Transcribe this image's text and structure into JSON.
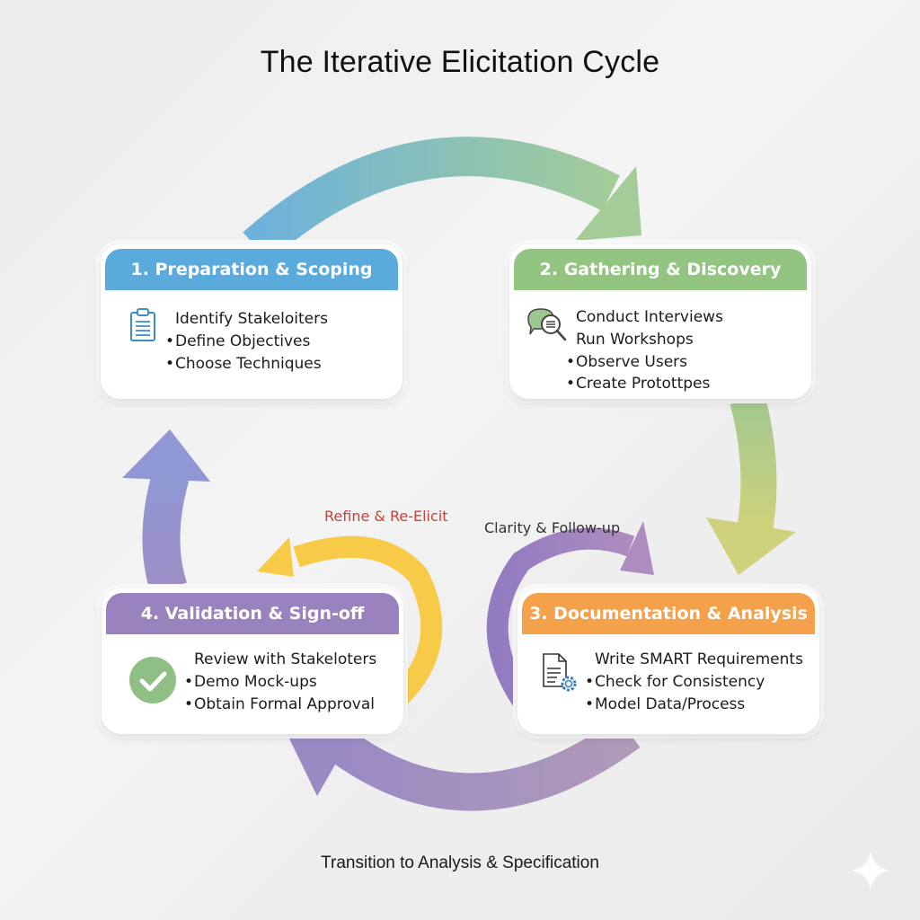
{
  "title": "The Iterative Elicitation Cycle",
  "colors": {
    "stage1": "#5aaadb",
    "stage2": "#93c482",
    "stage3": "#f3a24b",
    "stage4": "#9a82bf",
    "refine_arrow": "#f7cb48",
    "followup_arrow": "#9a80c0",
    "refine_text": "#c8413b"
  },
  "stages": [
    {
      "title": "1. Preparation & Scoping",
      "icon": "clipboard-icon",
      "items": [
        {
          "text": "Identify Stakeloiters",
          "bullet": false
        },
        {
          "text": "Define Objectives",
          "bullet": true
        },
        {
          "text": "Choose Techniques",
          "bullet": true
        }
      ]
    },
    {
      "title": "2. Gathering & Discovery",
      "icon": "chat-search-icon",
      "items": [
        {
          "text": "Conduct Interviews",
          "bullet": false
        },
        {
          "text": "Run Workshops",
          "bullet": false
        },
        {
          "text": "Observe Users",
          "bullet": true
        },
        {
          "text": "Create Protottpes",
          "bullet": true
        }
      ]
    },
    {
      "title": "3. Documentation & Analysis",
      "icon": "document-gear-icon",
      "items": [
        {
          "text": "Write SMART Requirements",
          "bullet": false
        },
        {
          "text": "Check for Consistency",
          "bullet": true
        },
        {
          "text": "Model Data/Process",
          "bullet": true
        }
      ]
    },
    {
      "title": "4. Validation & Sign-off",
      "icon": "checkmark-circle-icon",
      "items": [
        {
          "text": "Review with Stakeloters",
          "bullet": false
        },
        {
          "text": "Demo Mock-ups",
          "bullet": true
        },
        {
          "text": "Obtain Formal Approval",
          "bullet": true
        }
      ]
    }
  ],
  "loop_labels": {
    "refine": "Refine & Re-Elicit",
    "followup": "Clarity & Follow-up"
  },
  "footer": "Transition to Analysis & Specification",
  "bullet_char": "•"
}
